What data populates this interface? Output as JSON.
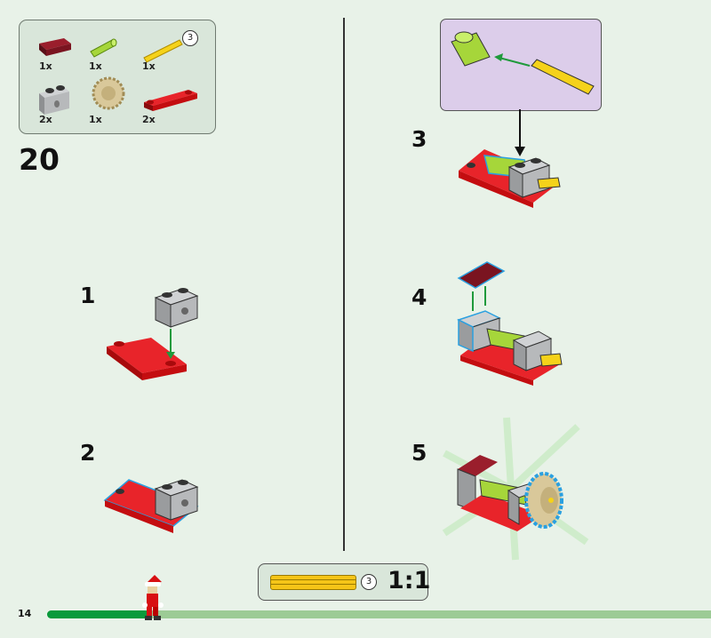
{
  "page_number": "14",
  "step_group": "20",
  "parts_list": [
    {
      "part": "dark-red-tile-1x2",
      "qty": "1x",
      "color": "#7a1420"
    },
    {
      "part": "lime-axle-connector",
      "qty": "1x",
      "color": "#a6d63a"
    },
    {
      "part": "yellow-axle-3",
      "qty": "1x",
      "color": "#f5d21a",
      "length_label": "3"
    },
    {
      "part": "gray-technic-brick-1x2",
      "qty": "2x",
      "color": "#b7b9bb"
    },
    {
      "part": "tan-gear-24-tooth",
      "qty": "1x",
      "color": "#d9c89a"
    },
    {
      "part": "red-plate-1x4",
      "qty": "2x",
      "color": "#d80f12"
    }
  ],
  "steps": [
    {
      "number": "1"
    },
    {
      "number": "2"
    },
    {
      "number": "3"
    },
    {
      "number": "4"
    },
    {
      "number": "5"
    }
  ],
  "scale_reference": {
    "length_label": "3",
    "scale": "1:1"
  },
  "progress": {
    "fraction": 0.155
  },
  "colors": {
    "background": "#e8f2e8",
    "progress_fill": "#0a9a3c",
    "progress_track": "#9ccb95",
    "callout": "#dccdea",
    "arrow": "#1f9a3c"
  }
}
